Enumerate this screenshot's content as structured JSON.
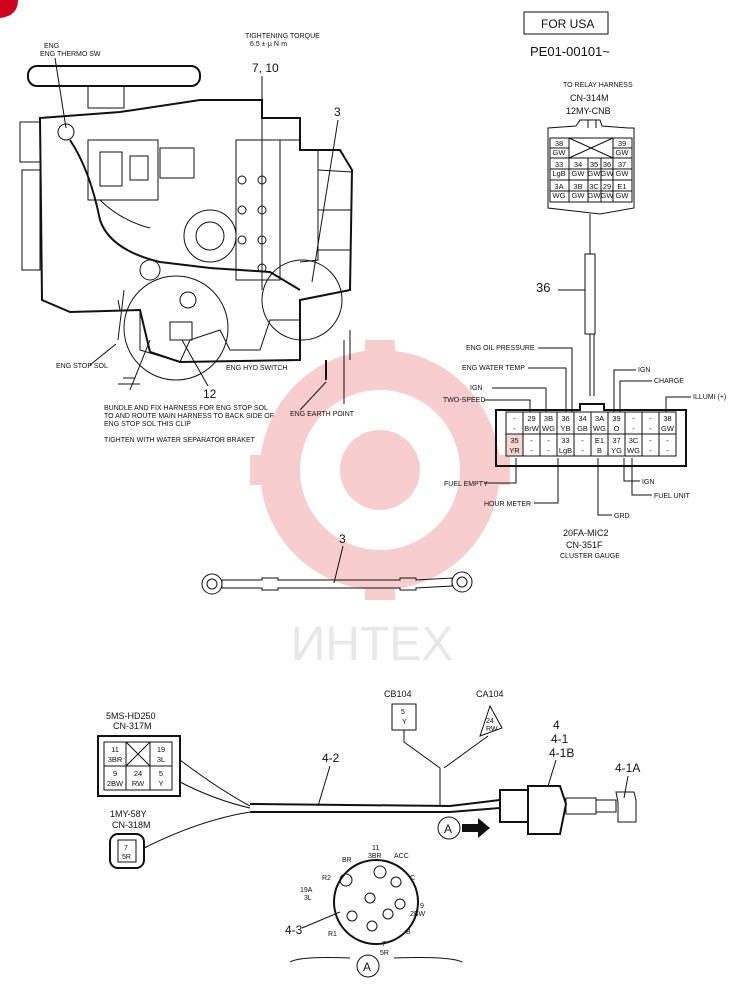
{
  "header": {
    "region_box": "FOR USA",
    "serial_range": "PE01-00101~"
  },
  "engine": {
    "thermo_label_1": "ENG",
    "thermo_label_2": "ENG THERMO SW",
    "torque_label_1": "TIGHTENING TORQUE",
    "torque_label_2": "6.5 ±·µ N·m",
    "callout_7_10": "7, 10",
    "callout_3": "3",
    "callout_12": "12",
    "stop_sol_label": "ENG STOP SOL",
    "hyd_switch_label": "ENG HYD SWITCH",
    "earth_point_label": "ENG EARTH POINT",
    "note_line_1": "BUNDLE AND FIX HARNESS FOR ENG STOP SOL",
    "note_line_2": "TO AND ROUTE MAIN HARNESS TO BACK SIDE OF",
    "note_line_3": "ENG STOP SOL THIS CLIP",
    "note_line_4": "TIGHTEN WITH WATER SEPARATOR BRAKET"
  },
  "relay_connector": {
    "title_1": "TO RELAY HARNESS",
    "title_2": "CN-314M",
    "title_3": "12MY-CNB",
    "cells": [
      {
        "num": "38",
        "col": "GW"
      },
      {
        "num": "39",
        "col": "GW"
      },
      {
        "num": "33",
        "col": "LgB"
      },
      {
        "num": "34",
        "col": "GW"
      },
      {
        "num": "35",
        "col": "GW"
      },
      {
        "num": "36",
        "col": "GW"
      },
      {
        "num": "37",
        "col": "GW"
      },
      {
        "num": "3A",
        "col": "WG"
      },
      {
        "num": "3B",
        "col": "GW"
      },
      {
        "num": "3C",
        "col": "GW"
      },
      {
        "num": "29",
        "col": "GW"
      },
      {
        "num": "E1",
        "col": "GW"
      }
    ]
  },
  "harness_36": {
    "callout": "36"
  },
  "cluster": {
    "labels": {
      "oil_pressure": "ENG OIL PRESSURE",
      "water_temp": "ENG WATER TEMP",
      "ign_left": "IGN",
      "two_speed": "TWO-SPEED",
      "ign_top": "IGN",
      "charge": "CHARGE",
      "illumi": "ILLUMI (+)",
      "fuel_empty": "FUEL EMPTY",
      "hour_meter": "HOUR METER",
      "grd": "GRD",
      "ign_bottom": "IGN",
      "fuel_unit": "FUEL UNIT"
    },
    "top_row": [
      {
        "num": "-",
        "col": "-"
      },
      {
        "num": "29",
        "col": "BrW"
      },
      {
        "num": "3B",
        "col": "WG"
      },
      {
        "num": "36",
        "col": "YB"
      },
      {
        "num": "34",
        "col": "GB"
      },
      {
        "num": "3A",
        "col": "WG"
      },
      {
        "num": "39",
        "col": "O"
      },
      {
        "num": "-",
        "col": "-"
      },
      {
        "num": "-",
        "col": "-"
      },
      {
        "num": "38",
        "col": "GW"
      }
    ],
    "bottom_row": [
      {
        "num": "35",
        "col": "YR"
      },
      {
        "num": "-",
        "col": "-"
      },
      {
        "num": "-",
        "col": "-"
      },
      {
        "num": "33",
        "col": "LgB"
      },
      {
        "num": "-",
        "col": "-"
      },
      {
        "num": "E1",
        "col": "B"
      },
      {
        "num": "37",
        "col": "YG"
      },
      {
        "num": "3C",
        "col": "WG"
      },
      {
        "num": "-",
        "col": "-"
      },
      {
        "num": "-",
        "col": "-"
      }
    ],
    "caption_1": "20FA-MIC2",
    "caption_2": "CN-351F",
    "caption_3": "CLUSTER GAUGE"
  },
  "ground_cable": {
    "callout": "3"
  },
  "watermark": {
    "text": "ИНТЕХ"
  },
  "key_switch": {
    "cb104_label": "CB104",
    "cb104_pin": "5",
    "cb104_col": "Y",
    "ca104_label": "CA104",
    "ca104_pin": "24",
    "ca104_col": "RW",
    "conn317_title_1": "5MS-HD250",
    "conn317_title_2": "CN-317M",
    "conn317_cells": [
      {
        "num": "11",
        "col": "3BR"
      },
      {
        "num": "19",
        "col": "3L"
      },
      {
        "num": "9",
        "col": "2BW"
      },
      {
        "num": "24",
        "col": "RW"
      },
      {
        "num": "5",
        "col": "Y"
      }
    ],
    "conn318_title_1": "1MY-58Y",
    "conn318_title_2": "CN-318M",
    "conn318_pin": "7",
    "conn318_col": "5R",
    "harness_callout": "4-2",
    "switch_callouts": [
      "4",
      "4-1",
      "4-1B"
    ],
    "key_callout": "4-1A",
    "view_marker": "A",
    "view_callout": "4-3",
    "terminals": {
      "br": "BR",
      "t11": "11",
      "t3br": "3BR",
      "acc": "ACC",
      "r2": "R2",
      "c": "C",
      "t19a": "19A",
      "t3l": "3L",
      "t9": "9",
      "t2bw": "2BW",
      "r1": "R1",
      "b": "B",
      "t7": "7",
      "t5r": "5R"
    }
  }
}
